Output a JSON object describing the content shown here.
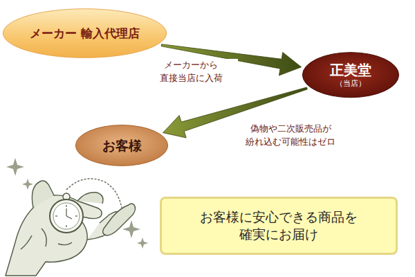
{
  "diagram": {
    "nodes": [
      {
        "text": [
          "メーカー 輸入代理店"
        ]
      },
      {
        "text": [
          "正美堂",
          "（当店）"
        ]
      },
      {
        "text": [
          "お客様"
        ]
      },
      {
        "text": [
          "お客様に安心できる商品を 確実にお届け"
        ]
      }
    ],
    "edges": [
      {
        "from": 0,
        "to": 1,
        "arrow": "to",
        "label": "メーカーから 直接当店に入荷"
      },
      {
        "from": 1,
        "to": 2,
        "arrow": "to",
        "label": "偽物や二次販売品が 紛れ込む可能性はゼロ"
      }
    ]
  }
}
